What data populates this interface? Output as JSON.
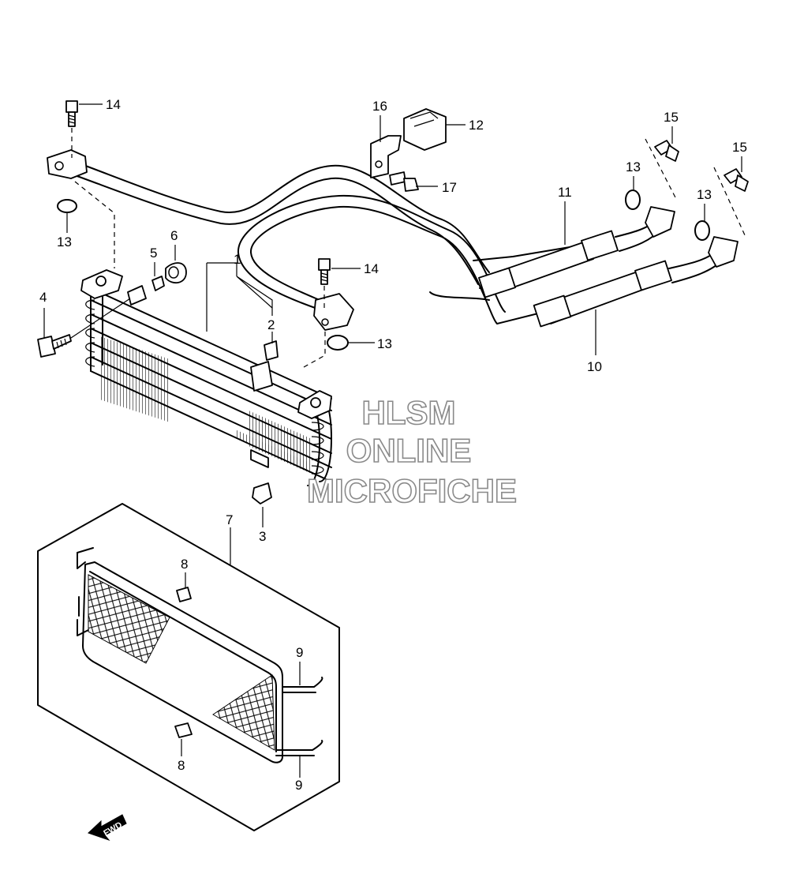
{
  "callouts": {
    "p1": "1",
    "p2": "2",
    "p3": "3",
    "p4": "4",
    "p5": "5",
    "p6": "6",
    "p7": "7",
    "p8a": "8",
    "p8b": "8",
    "p9a": "9",
    "p9b": "9",
    "p10": "10",
    "p11": "11",
    "p12": "12",
    "p13a": "13",
    "p13b": "13",
    "p13c": "13",
    "p13d": "13",
    "p14a": "14",
    "p14b": "14",
    "p15a": "15",
    "p15b": "15",
    "p16": "16",
    "p17": "17"
  },
  "watermark": {
    "line1": "HLSM",
    "line2": "ONLINE",
    "line3": "MICROFICHE"
  },
  "fwd_label": "FWD"
}
